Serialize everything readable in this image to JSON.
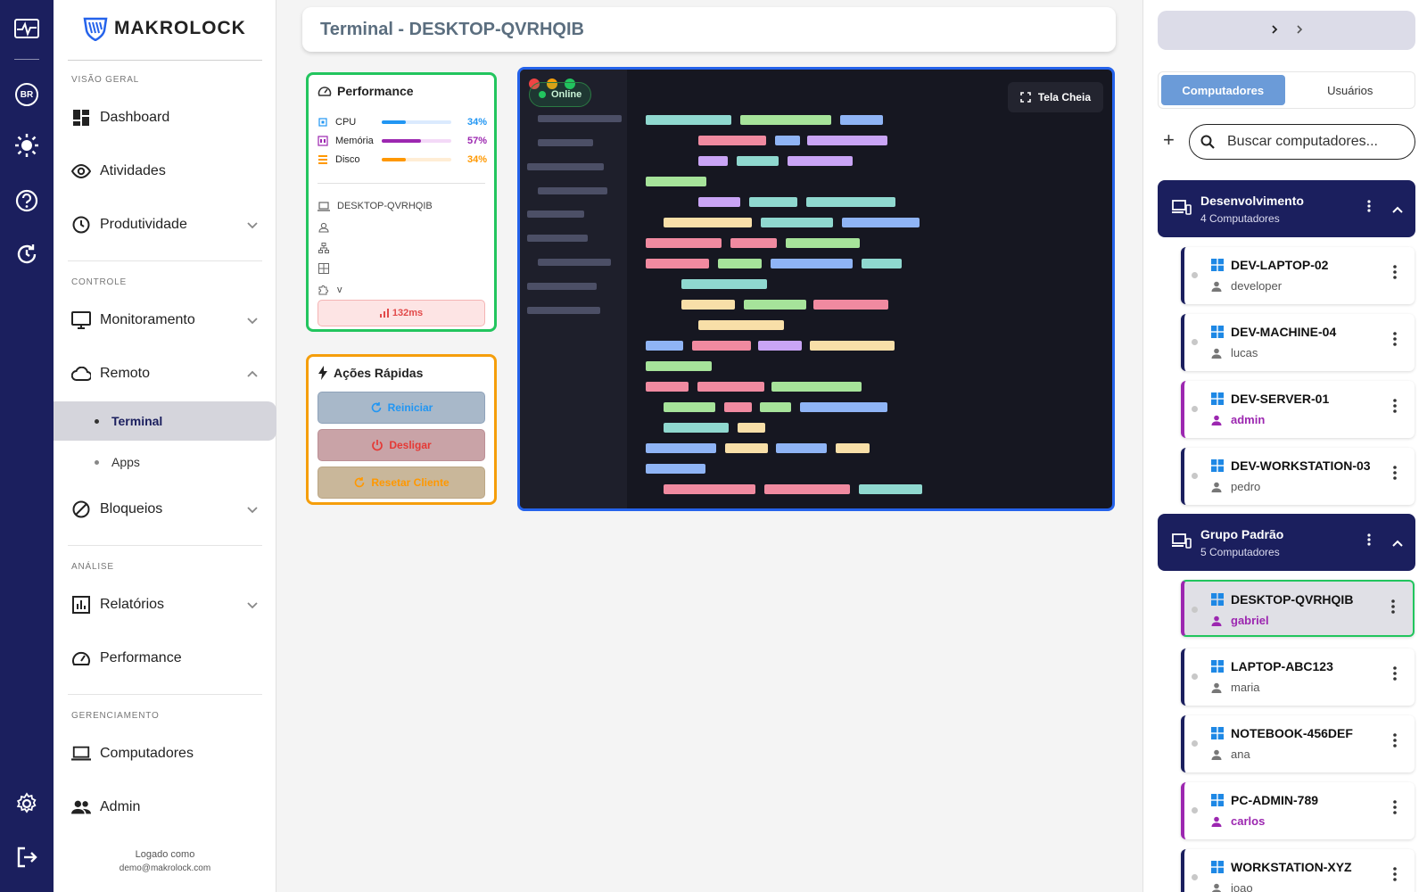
{
  "rail": {
    "language_badge": "BR"
  },
  "sidebar": {
    "brand": "MAKROLOCK",
    "sections": {
      "overview": "VISÃO GERAL",
      "control": "CONTROLE",
      "analysis": "ANÁLISE",
      "management": "GERENCIAMENTO"
    },
    "items": {
      "dashboard": "Dashboard",
      "activities": "Atividades",
      "productivity": "Produtividade",
      "monitoring": "Monitoramento",
      "remote": "Remoto",
      "terminal": "Terminal",
      "apps": "Apps",
      "blocks": "Bloqueios",
      "reports": "Relatórios",
      "performance": "Performance",
      "computers": "Computadores",
      "admin": "Admin"
    },
    "logged_label": "Logado como",
    "logged_email": "demo@makrolock.com"
  },
  "main": {
    "title": "Terminal - DESKTOP-QVRHQIB",
    "performance": {
      "title": "Performance",
      "metrics": [
        {
          "name": "CPU",
          "value": "34%",
          "pct": 34,
          "color": "#2196f3",
          "track": "#dbeafe"
        },
        {
          "name": "Memória",
          "value": "57%",
          "pct": 57,
          "color": "#9c27b0",
          "track": "#f3d9f7"
        },
        {
          "name": "Disco",
          "value": "34%",
          "pct": 34,
          "color": "#ff9800",
          "track": "#ffedd5"
        }
      ],
      "hostname": "DESKTOP-QVRHQIB",
      "version": "v",
      "latency": "132ms"
    },
    "quick_actions": {
      "title": "Ações Rápidas",
      "restart": "Reiniciar",
      "shutdown": "Desligar",
      "reset_client": "Resetar Cliente"
    },
    "terminal": {
      "status": "Online",
      "fullscreen": "Tela Cheia"
    }
  },
  "right_panel": {
    "tabs": {
      "computers": "Computadores",
      "users": "Usuários"
    },
    "search_placeholder": "Buscar computadores...",
    "groups": [
      {
        "name": "Desenvolvimento",
        "count": "4 Computadores"
      },
      {
        "name": "Grupo Padrão",
        "count": "5 Computadores"
      }
    ],
    "computers": [
      {
        "name": "DEV-LAPTOP-02",
        "user": "developer"
      },
      {
        "name": "DEV-MACHINE-04",
        "user": "lucas"
      },
      {
        "name": "DEV-SERVER-01",
        "user": "admin"
      },
      {
        "name": "DEV-WORKSTATION-03",
        "user": "pedro"
      },
      {
        "name": "DESKTOP-QVRHQIB",
        "user": "gabriel"
      },
      {
        "name": "LAPTOP-ABC123",
        "user": "maria"
      },
      {
        "name": "NOTEBOOK-456DEF",
        "user": "ana"
      },
      {
        "name": "PC-ADMIN-789",
        "user": "carlos"
      },
      {
        "name": "WORKSTATION-XYZ",
        "user": "joao"
      }
    ]
  }
}
